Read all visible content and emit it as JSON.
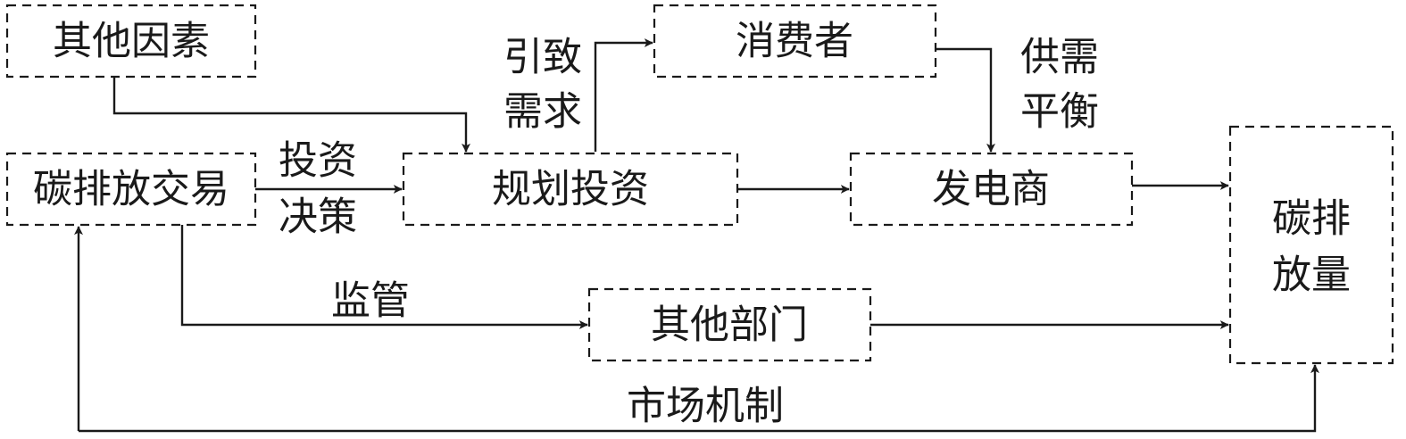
{
  "diagram": {
    "nodes": {
      "other_factors": "其他因素",
      "consumer": "消费者",
      "carbon_trading": "碳排放交易",
      "planning_investment": "规划投资",
      "generator": "发电商",
      "carbon_emission_line1": "碳排",
      "carbon_emission_line2": "放量",
      "other_sectors": "其他部门"
    },
    "edge_labels": {
      "induce_demand_line1": "引致",
      "induce_demand_line2": "需求",
      "supply_demand_line1": "供需",
      "supply_demand_line2": "平衡",
      "investment_decision_line1": "投资",
      "investment_decision_line2": "决策",
      "supervision": "监管",
      "market_mechanism": "市场机制"
    },
    "colors": {
      "line": "#1a1a1a",
      "background": "#ffffff"
    }
  }
}
